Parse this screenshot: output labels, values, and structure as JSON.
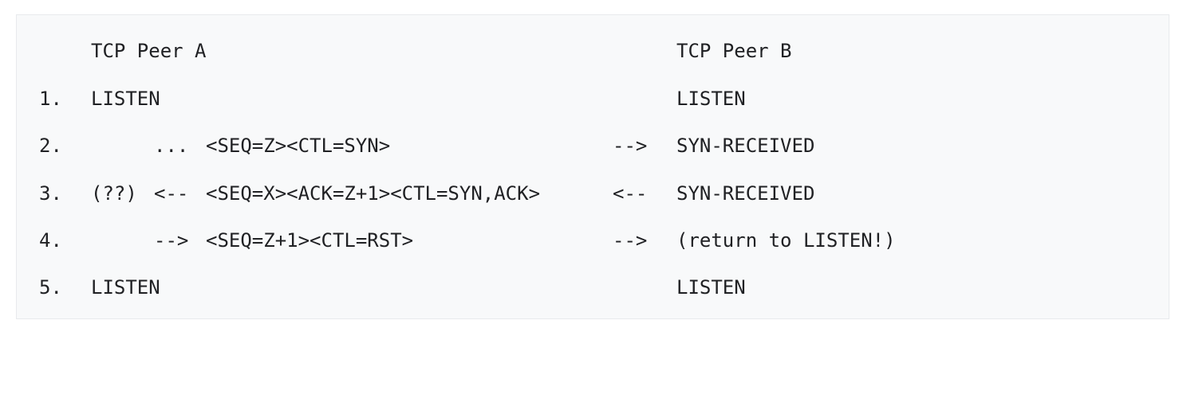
{
  "header": {
    "peer_a": "TCP Peer A",
    "peer_b": "TCP Peer B"
  },
  "rows": [
    {
      "num": "1.",
      "a_state": "LISTEN",
      "a_arrow": "",
      "segment": "",
      "direction": "",
      "b_state": "LISTEN"
    },
    {
      "num": "2.",
      "a_state": "",
      "a_arrow": "...",
      "segment": "<SEQ=Z><CTL=SYN>",
      "direction": "-->",
      "b_state": "SYN-RECEIVED"
    },
    {
      "num": "3.",
      "a_state": "(??)",
      "a_arrow": "<--",
      "segment": "<SEQ=X><ACK=Z+1><CTL=SYN,ACK>",
      "direction": "<--",
      "b_state": "SYN-RECEIVED"
    },
    {
      "num": "4.",
      "a_state": "",
      "a_arrow": "-->",
      "segment": "<SEQ=Z+1><CTL=RST>",
      "direction": "-->",
      "b_state": "(return to LISTEN!)"
    },
    {
      "num": "5.",
      "a_state": "LISTEN",
      "a_arrow": "",
      "segment": "",
      "direction": "",
      "b_state": "LISTEN"
    }
  ]
}
